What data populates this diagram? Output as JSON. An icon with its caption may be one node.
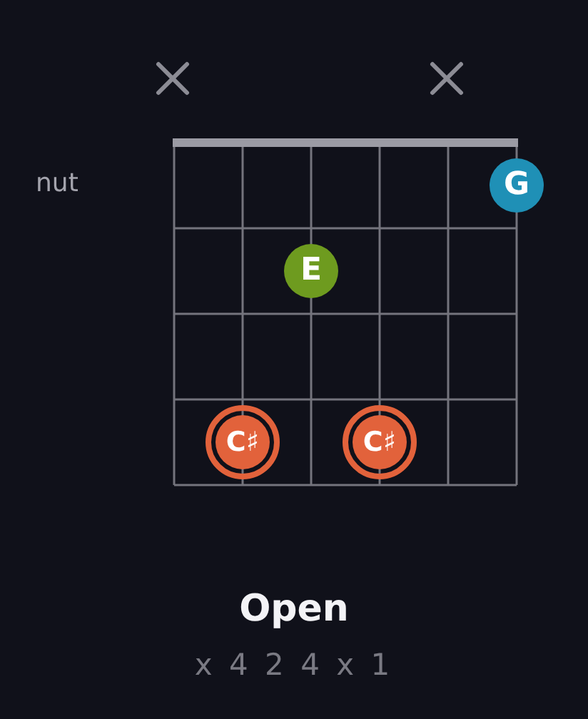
{
  "diagram": {
    "title": "Open",
    "caption": "x 4 2 4 x 1",
    "nodes": [
      {
        "text": [
          "G"
        ]
      },
      {
        "text": [
          "E"
        ]
      },
      {
        "text": [
          "C♯"
        ]
      },
      {
        "text": [
          "C♯"
        ]
      }
    ],
    "labels": [
      "nut"
    ]
  }
}
